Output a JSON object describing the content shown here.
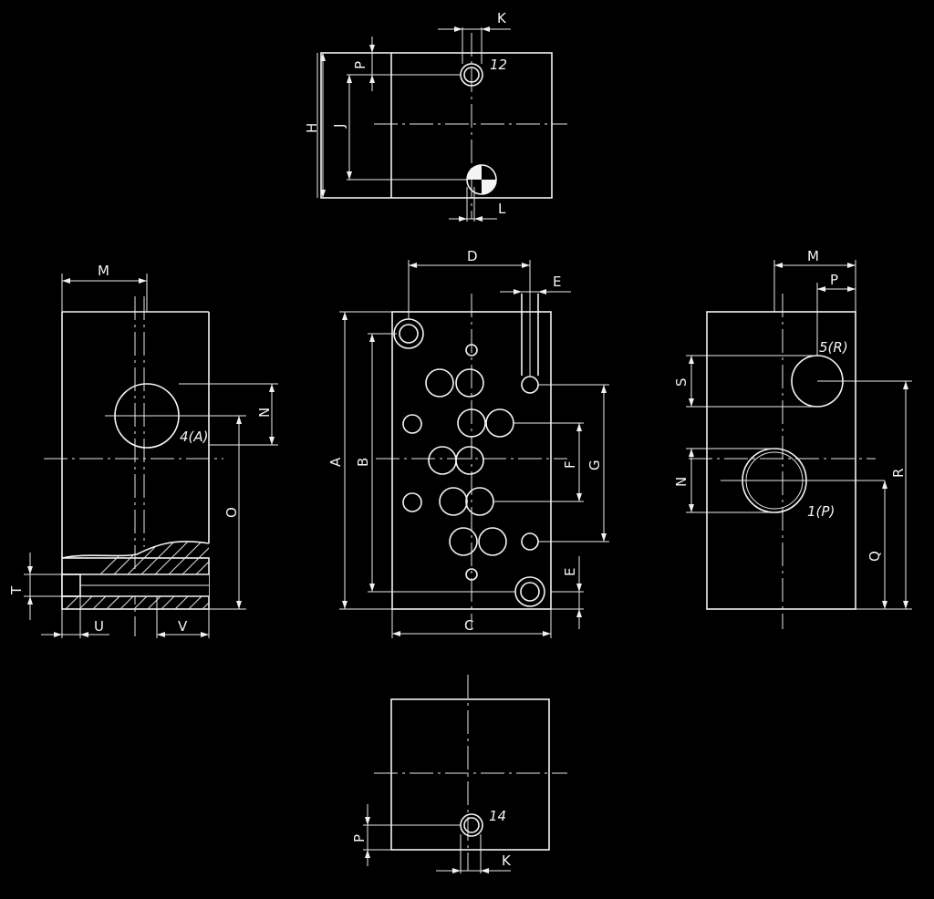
{
  "dimensions": {
    "A": "A",
    "B": "B",
    "C": "C",
    "D": "D",
    "E": "E",
    "F": "F",
    "G": "G",
    "H": "H",
    "J": "J",
    "K": "K",
    "L": "L",
    "M": "M",
    "N": "N",
    "O": "O",
    "P": "P",
    "Q": "Q",
    "R": "R",
    "S": "S",
    "T": "T",
    "U": "U",
    "V": "V"
  },
  "ports": {
    "port_12": "12",
    "port_14": "14",
    "port_4A": "4(A)",
    "port_5R": "5(R)",
    "port_1P": "1(P)"
  },
  "colors": {
    "background": "#000000",
    "lines": "#f2f2f2"
  }
}
